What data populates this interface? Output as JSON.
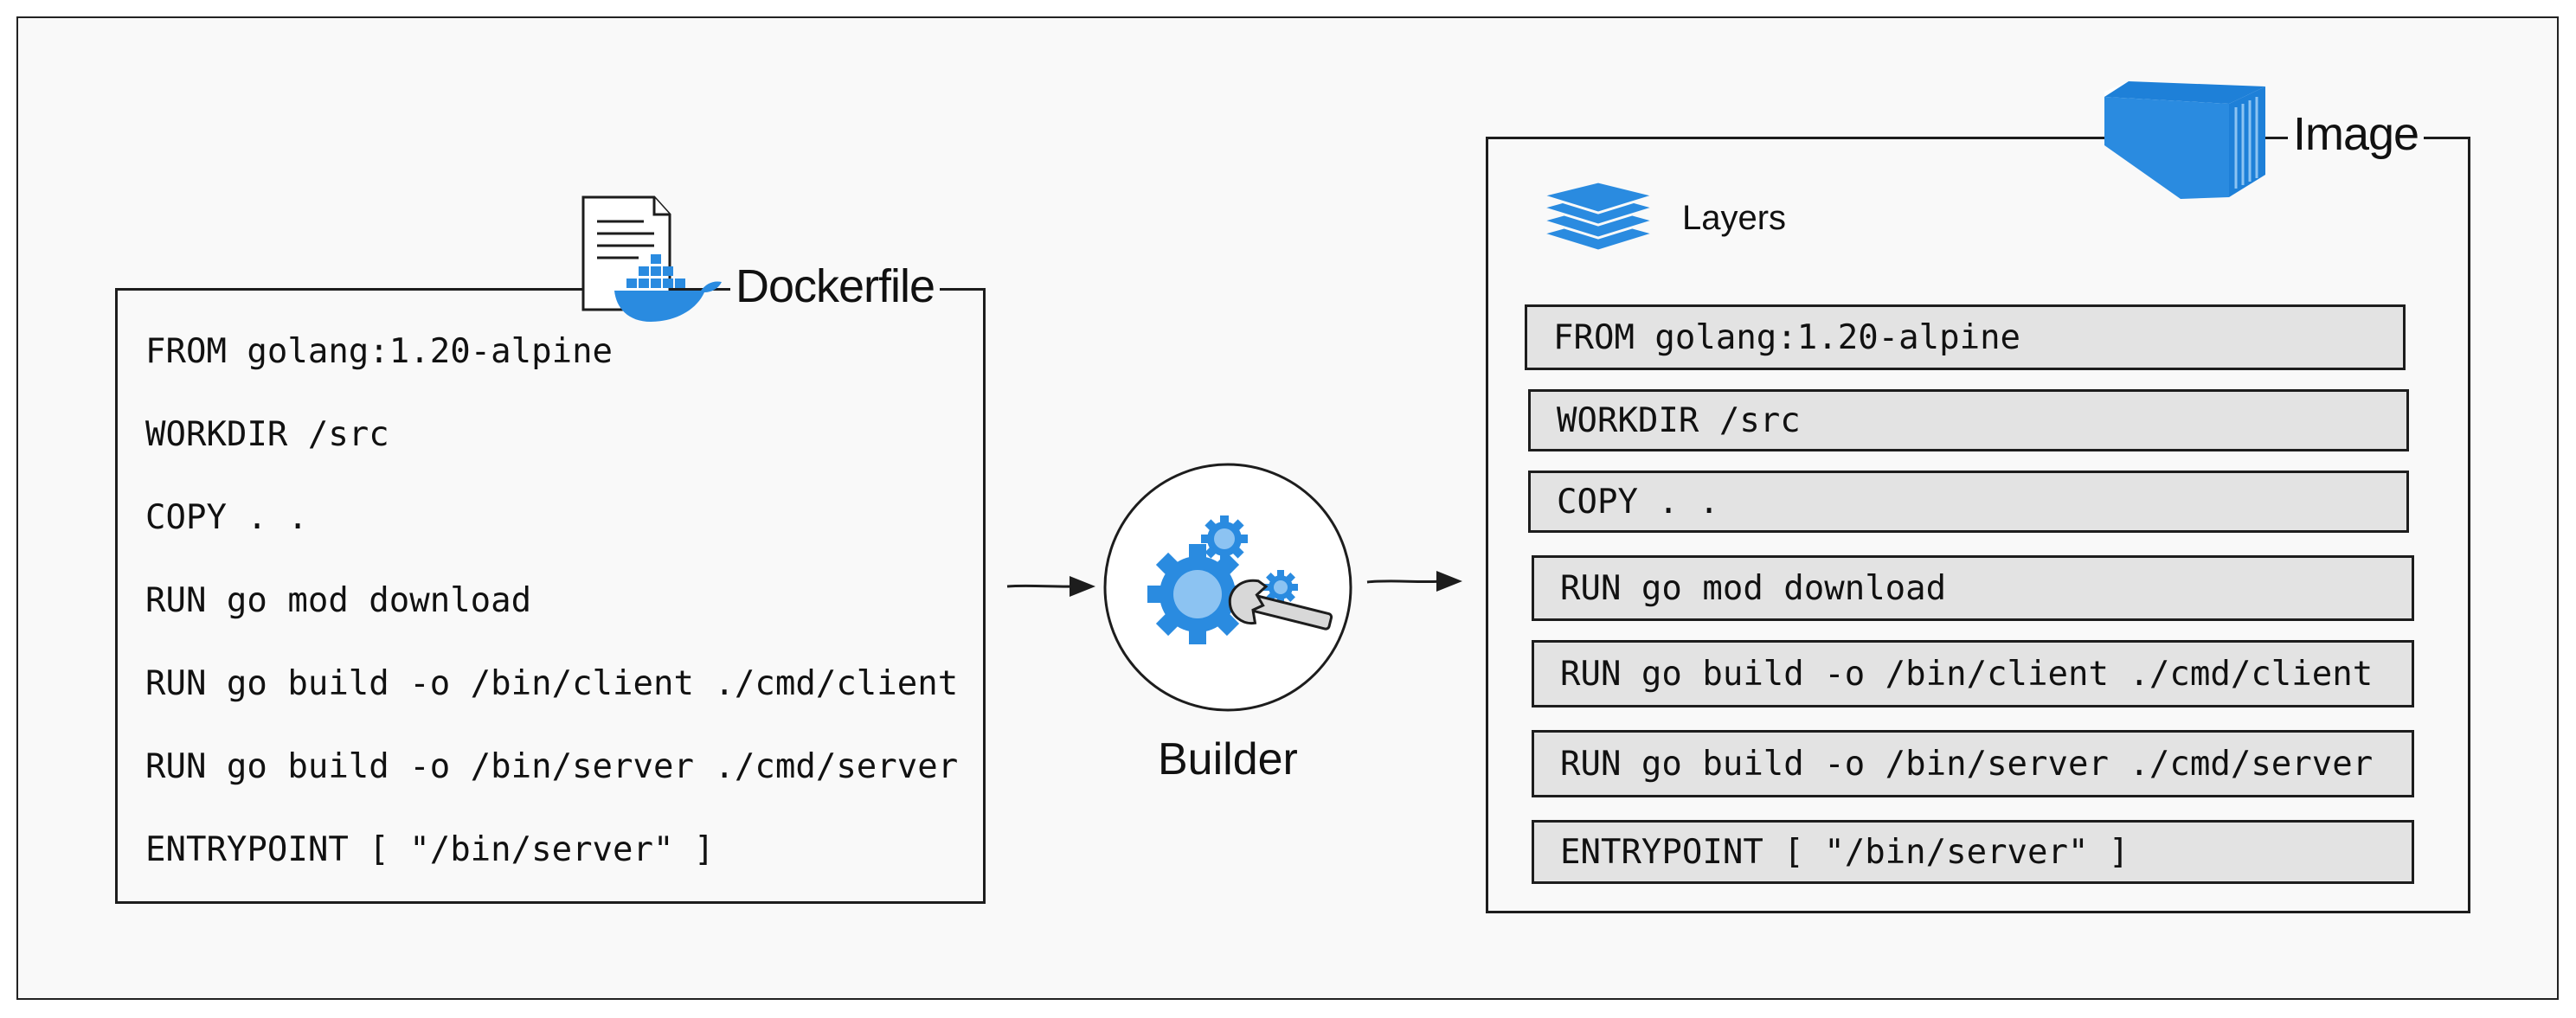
{
  "dockerfile": {
    "title": "Dockerfile",
    "lines": [
      "FROM golang:1.20-alpine",
      "WORKDIR /src",
      "COPY . .",
      "RUN go mod download",
      "RUN go build -o /bin/client ./cmd/client",
      "RUN go build -o /bin/server ./cmd/server",
      "ENTRYPOINT [ \"/bin/server\" ]"
    ]
  },
  "builder": {
    "label": "Builder"
  },
  "image": {
    "title": "Image",
    "layers_label": "Layers",
    "layers": [
      "FROM golang:1.20-alpine",
      "WORKDIR /src",
      "COPY . .",
      "RUN go mod download",
      "RUN go build -o /bin/client ./cmd/client",
      "RUN go build -o /bin/server ./cmd/server",
      "ENTRYPOINT [ \"/bin/server\" ]"
    ]
  },
  "colors": {
    "accent": "#2a8be0",
    "accent_light": "#8cc3f2",
    "layer_fill": "#e3e3e3",
    "stroke": "#1d1d1d"
  }
}
